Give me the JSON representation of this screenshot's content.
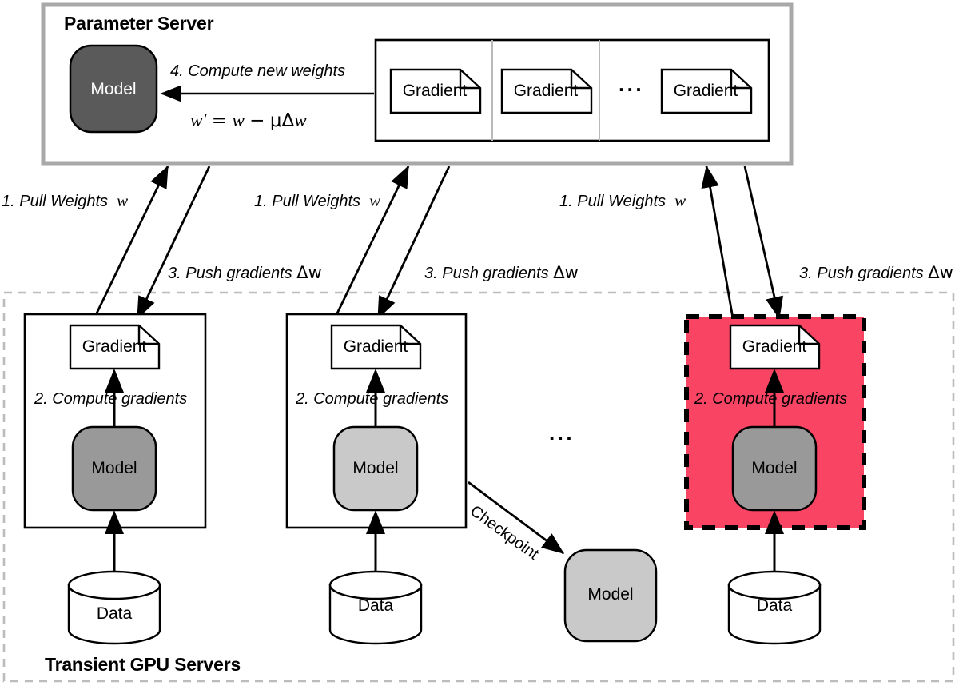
{
  "diagram": {
    "title_parameter_server": "Parameter Server",
    "title_transient": "Transient GPU Servers",
    "colors": {
      "ps_border": "#a8a8a8",
      "ps_model_fill": "#5a5a5a",
      "gpu_model_fill": "#999999",
      "checkpoint_model_fill": "#c9c9c9",
      "failed_server_fill": "#fa4464",
      "stroke": "#000000",
      "dashed_container": "#bcbcbc"
    }
  },
  "parameter_server": {
    "model_label": "Model",
    "step4_label": "4. Compute new weights",
    "equation": {
      "lhs": "w",
      "prime": "′",
      "eq": "=",
      "rhs_w": "w",
      "minus": "−",
      "mu": "μ",
      "delta": "Δ",
      "dw": "w",
      "full": "w′ = w − μΔw"
    },
    "gradients": [
      {
        "label": "Gradient"
      },
      {
        "label": "Gradient"
      },
      {
        "label": "Gradient"
      }
    ],
    "gradient_ellipsis": "···"
  },
  "transfer_labels": [
    {
      "pull": "1. Pull Weights",
      "pull_var": "w",
      "push": "3. Push gradients",
      "push_var": "Δw"
    },
    {
      "pull": "1. Pull Weights",
      "pull_var": "w",
      "push": "3. Push gradients",
      "push_var": "Δw"
    },
    {
      "pull": "1. Pull Weights",
      "pull_var": "w",
      "push": "3. Push gradients",
      "push_var": "Δw"
    }
  ],
  "gpu_servers": [
    {
      "gradient_label": "Gradient",
      "step2_label": "2. Compute gradients",
      "model_label": "Model",
      "data_label": "Data",
      "failed": false
    },
    {
      "gradient_label": "Gradient",
      "step2_label": "2. Compute gradients",
      "model_label": "Model",
      "data_label": "Data",
      "failed": false
    },
    {
      "gradient_label": "Gradient",
      "step2_label": "2. Compute gradients",
      "model_label": "Model",
      "data_label": "Data",
      "failed": true
    }
  ],
  "servers_ellipsis": "···",
  "checkpoint": {
    "label": "Checkpoint",
    "model_label": "Model"
  }
}
